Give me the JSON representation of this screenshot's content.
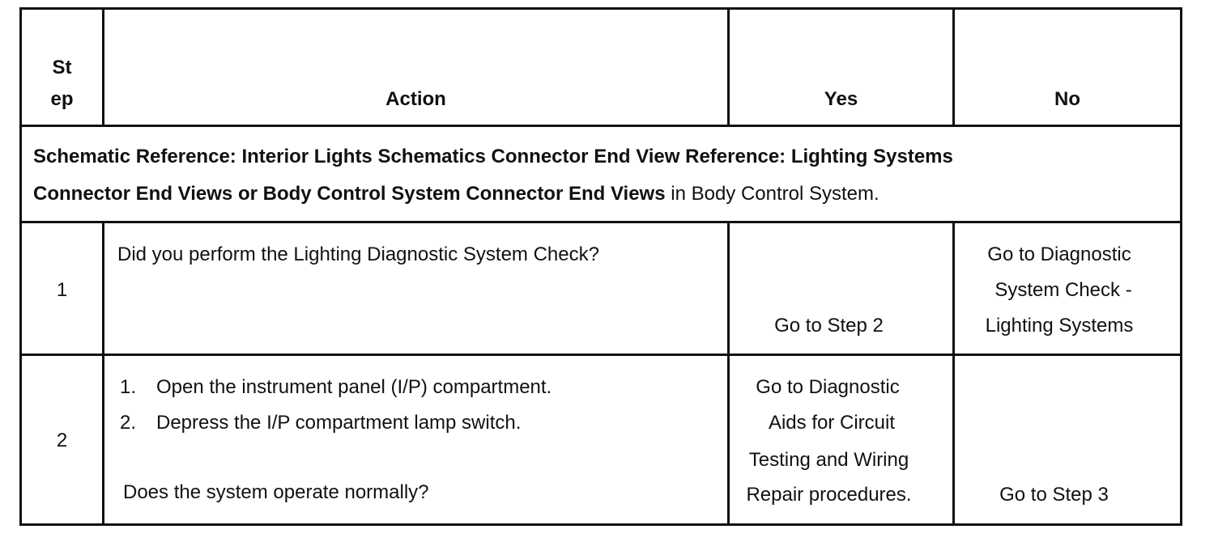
{
  "header": {
    "step_line1": "St",
    "step_line2": "ep",
    "action": "Action",
    "yes": "Yes",
    "no": "No"
  },
  "reference": {
    "bold_line1": "Schematic Reference: Interior Lights Schematics Connector End View Reference: Lighting Systems",
    "bold_line2": "Connector End Views or Body Control System Connector End Views",
    "plain_tail": " in Body Control System."
  },
  "rows": [
    {
      "step": "1",
      "action": "Did you perform the Lighting Diagnostic System Check?",
      "yes": "Go to Step 2",
      "no_lines": [
        "Go to Diagnostic",
        "System Check -",
        "Lighting Systems"
      ]
    },
    {
      "step": "2",
      "action_items": [
        {
          "num": "1.",
          "text": "Open the instrument panel (I/P) compartment."
        },
        {
          "num": "2.",
          "text": "Depress the I/P compartment lamp switch."
        }
      ],
      "question": "Does the system operate normally?",
      "yes_lines": [
        "Go to Diagnostic",
        "Aids for Circuit",
        "Testing and Wiring",
        "Repair procedures."
      ],
      "no": "Go to Step 3"
    }
  ]
}
